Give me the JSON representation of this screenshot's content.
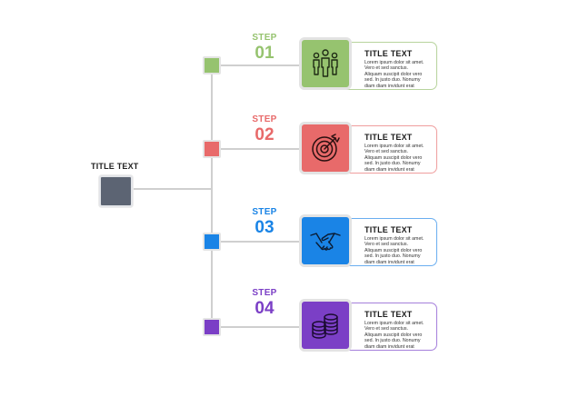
{
  "root": {
    "title": "TITLE TEXT"
  },
  "steps": [
    {
      "step_word": "STEP",
      "number": "01",
      "color": "#96c36f",
      "icon": "team-icon",
      "title": "TITLE TEXT",
      "body": [
        "Lorem ipsum dolor sit amet.",
        "Vero et sed sanctus.",
        "Aliquam suscipit dolor vero",
        "sed. In justo duo. Nonumy",
        "diam diam invidunt erat"
      ]
    },
    {
      "step_word": "STEP",
      "number": "02",
      "color": "#e86a6a",
      "icon": "target-icon",
      "title": "TITLE TEXT",
      "body": [
        "Lorem ipsum dolor sit amet.",
        "Vero et sed sanctus.",
        "Aliquam suscipit dolor vero",
        "sed. In justo duo. Nonumy",
        "diam diam invidunt erat"
      ]
    },
    {
      "step_word": "STEP",
      "number": "03",
      "color": "#1a84e6",
      "icon": "handshake-icon",
      "title": "TITLE TEXT",
      "body": [
        "Lorem ipsum dolor sit amet.",
        "Vero et sed sanctus.",
        "Aliquam suscipit dolor vero",
        "sed. In justo duo. Nonumy",
        "diam diam invidunt erat"
      ]
    },
    {
      "step_word": "STEP",
      "number": "04",
      "color": "#7b3fc6",
      "icon": "coins-icon",
      "title": "TITLE TEXT",
      "body": [
        "Lorem ipsum dolor sit amet.",
        "Vero et sed sanctus.",
        "Aliquam suscipit dolor vero",
        "sed. In justo duo. Nonumy",
        "diam diam invidunt erat"
      ]
    }
  ]
}
